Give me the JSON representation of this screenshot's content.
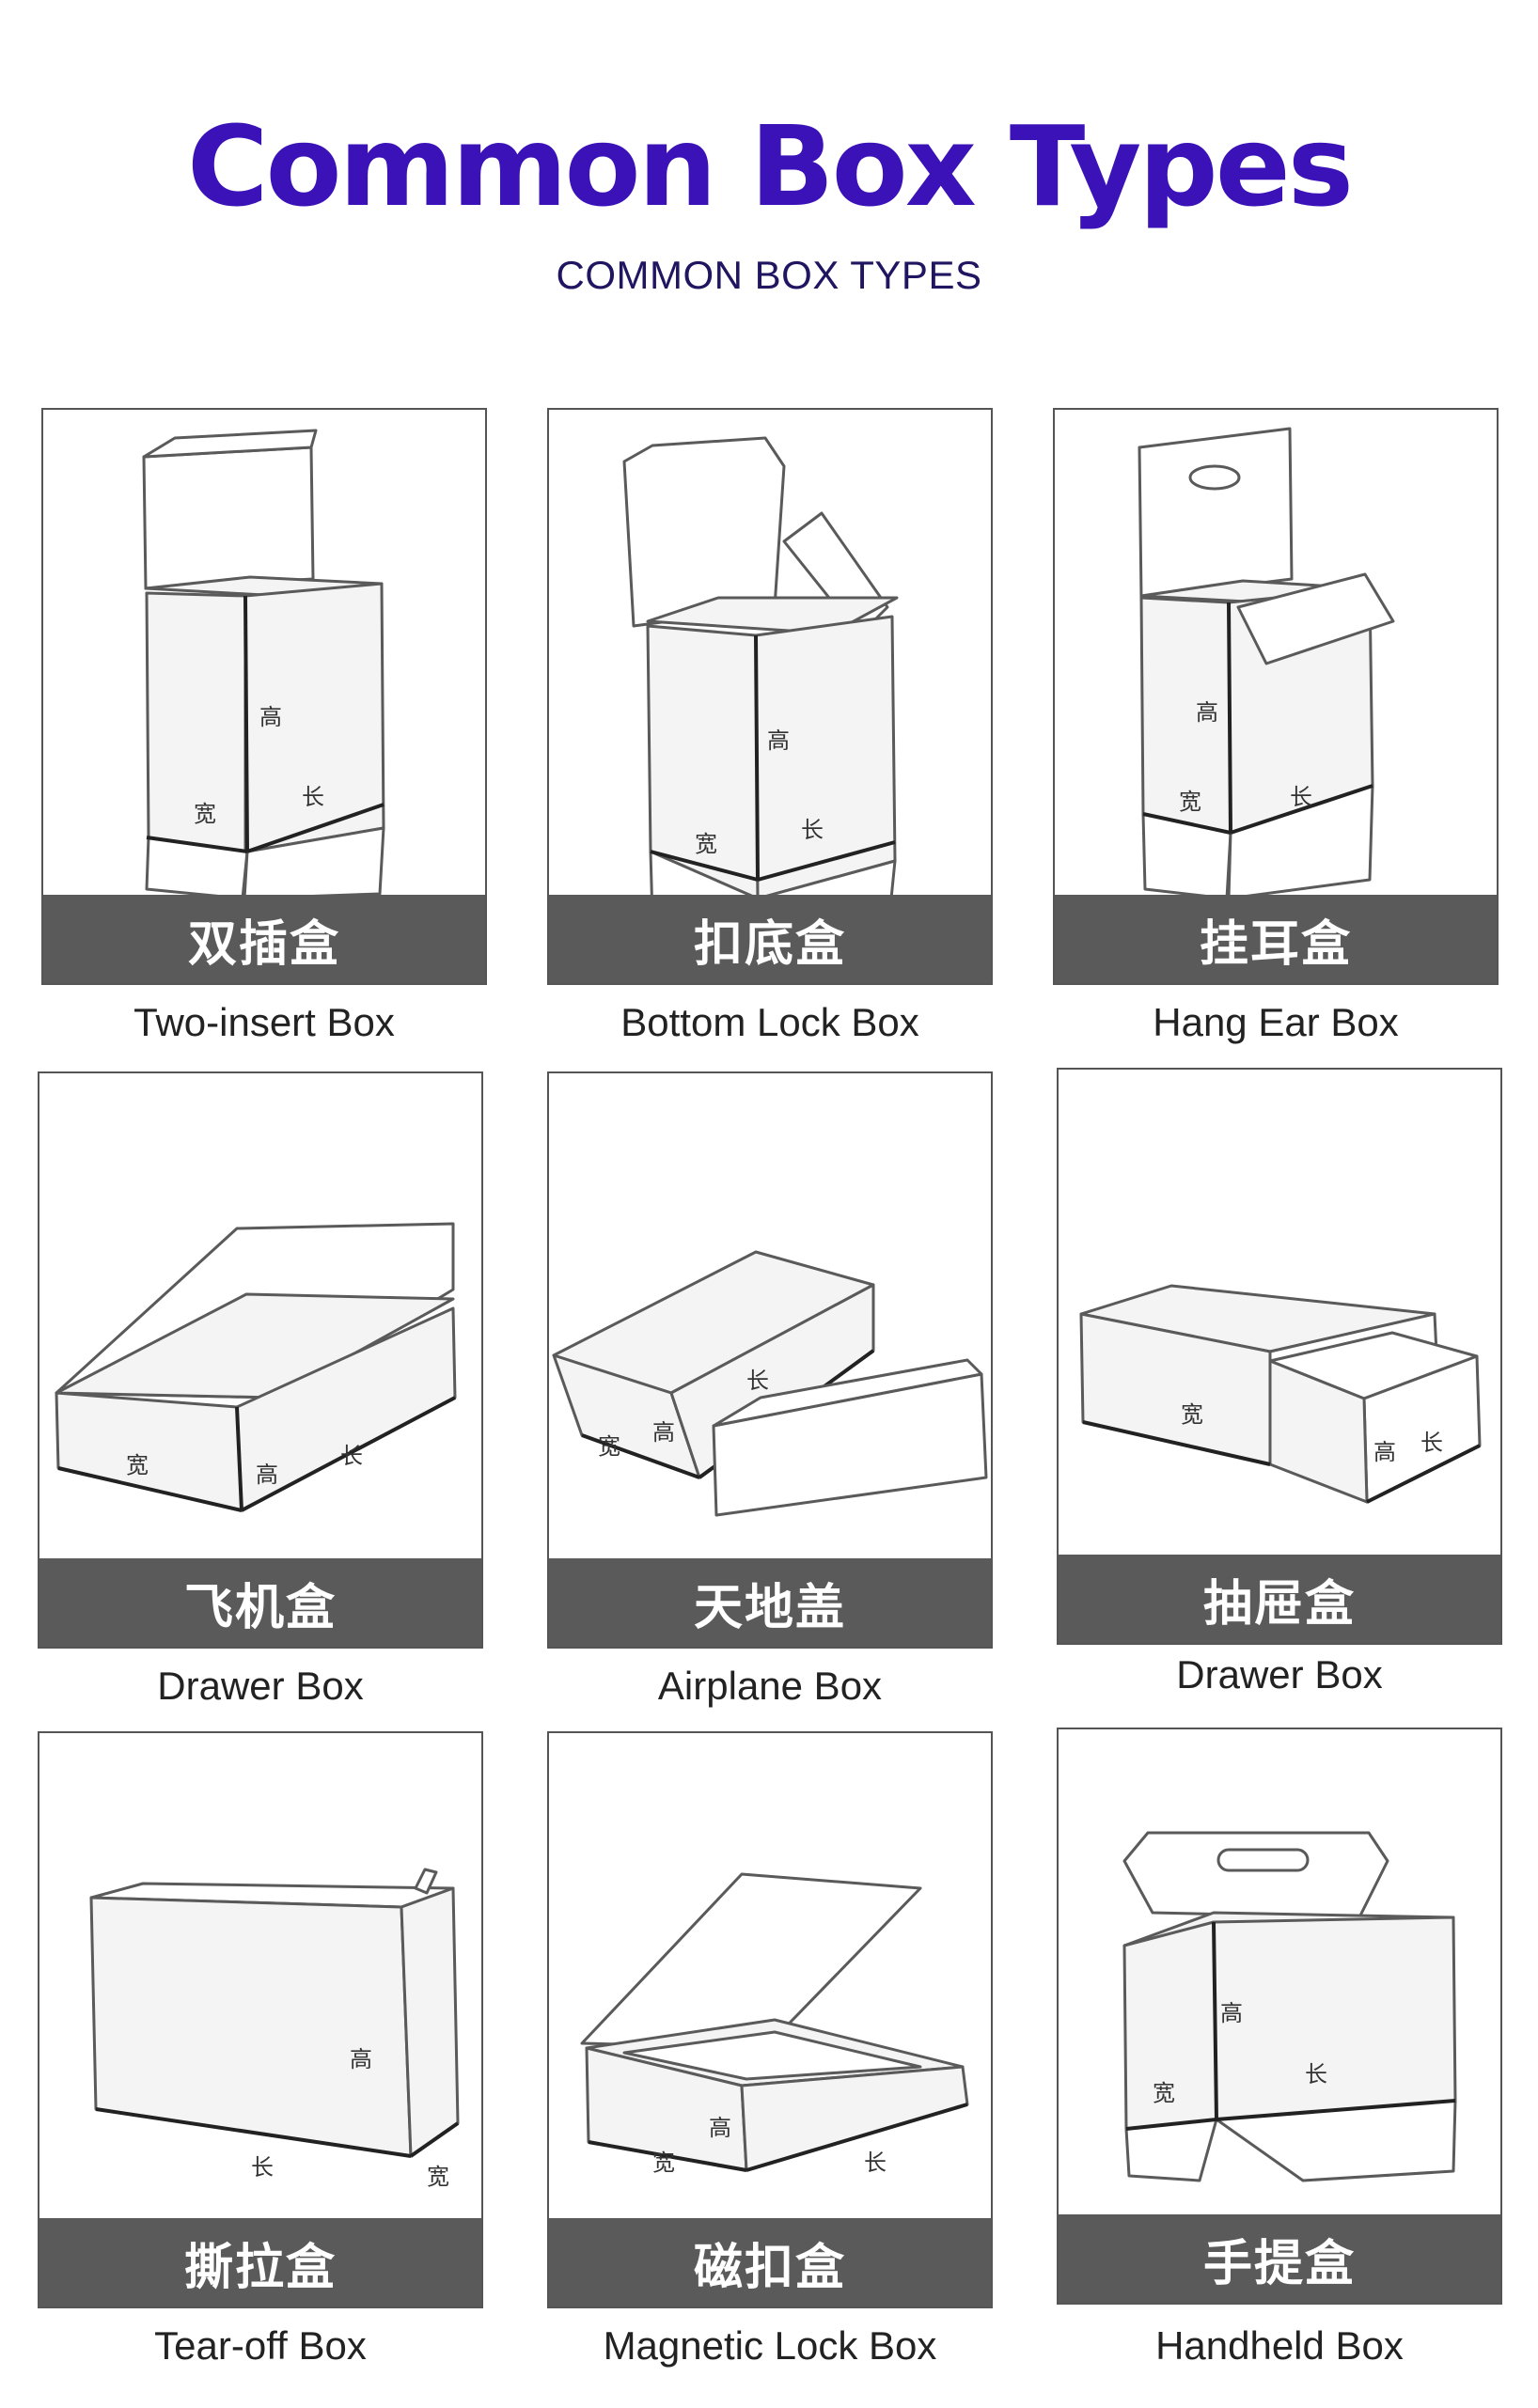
{
  "header": {
    "title": "Common Box Types",
    "subtitle": "COMMON BOX TYPES"
  },
  "colors": {
    "title": "#3b12b8",
    "subtitle": "#1f1560",
    "label_band": "#5a5a5a",
    "frame_border": "#555555"
  },
  "dimension_labels": {
    "height": "高",
    "width": "宽",
    "length": "长"
  },
  "boxes": [
    {
      "cn": "双插盒",
      "en": "Two-insert Box",
      "icon": "two-insert-box-icon"
    },
    {
      "cn": "扣底盒",
      "en": "Bottom Lock Box",
      "icon": "bottom-lock-box-icon"
    },
    {
      "cn": "挂耳盒",
      "en": "Hang Ear Box",
      "icon": "hang-ear-box-icon"
    },
    {
      "cn": "飞机盒",
      "en": "Drawer Box",
      "icon": "airplane-box-icon"
    },
    {
      "cn": "天地盖",
      "en": "Airplane Box",
      "icon": "lid-and-base-box-icon"
    },
    {
      "cn": "抽屉盒",
      "en": "Drawer Box",
      "icon": "drawer-box-icon"
    },
    {
      "cn": "撕拉盒",
      "en": "Tear-off Box",
      "icon": "tear-off-box-icon"
    },
    {
      "cn": "磁扣盒",
      "en": "Magnetic Lock Box",
      "icon": "magnetic-lock-box-icon"
    },
    {
      "cn": "手提盒",
      "en": "Handheld Box",
      "icon": "handheld-box-icon"
    }
  ]
}
